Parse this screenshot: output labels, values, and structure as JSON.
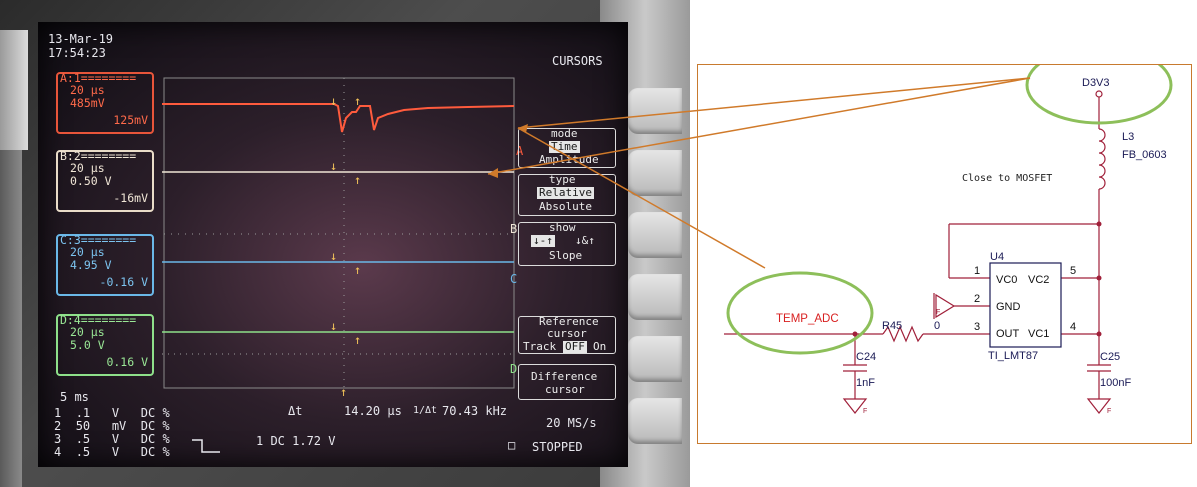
{
  "scope": {
    "date": "13-Mar-19",
    "time": "17:54:23",
    "menu_title": "CURSORS",
    "channels": [
      {
        "id": "A:1",
        "header": "A:1========",
        "timebase": "20 μs",
        "scale": "485mV",
        "readout": "125mV",
        "color": "#e8553a"
      },
      {
        "id": "B:2",
        "header": "B:2========",
        "timebase": "20 μs",
        "scale": "0.50 V",
        "readout": "-16mV",
        "color": "#e9dcc8"
      },
      {
        "id": "C:3",
        "header": "C:3========",
        "timebase": "20 μs",
        "scale": "4.95 V",
        "readout": "-0.16 V",
        "color": "#6ab8e8"
      },
      {
        "id": "D:4",
        "header": "D:4========",
        "timebase": "20 μs",
        "scale": "5.0 V",
        "readout": "0.16 V",
        "color": "#8ee08a"
      }
    ],
    "markers": {
      "a": "A",
      "b": "B",
      "c": "C",
      "d": "D"
    },
    "menu": {
      "mode_title": "mode",
      "mode_opt1": "Time",
      "mode_opt2": "Amplitude",
      "type_title": "type",
      "type_opt1": "Relative",
      "type_opt2": "Absolute",
      "show_title": "show",
      "show_opt1": "↓-↑",
      "show_opt2": "↓&↑",
      "show_opt3": "Slope",
      "ref_title": "Reference",
      "ref_line2": "cursor",
      "ref_track": "Track",
      "ref_off": "OFF",
      "ref_on": "On",
      "diff_line1": "Difference",
      "diff_line2": "cursor"
    },
    "bottom": {
      "timebase": "5 ms",
      "delta_label": "Δt",
      "delta_value": "14.20 μs",
      "inv_label": "1/Δt",
      "inv_value": "70.43 kHz",
      "sample_rate": "20 MS/s",
      "trigger": "1 DC 1.72 V",
      "status": "STOPPED",
      "status_icon": "□",
      "channel_lines": [
        {
          "n": "1",
          "val": ".1",
          "unit": "V",
          "coupling": "DC",
          "bw": "%"
        },
        {
          "n": "2",
          "val": "50",
          "unit": "mV",
          "coupling": "DC",
          "bw": "%"
        },
        {
          "n": "3",
          "val": ".5",
          "unit": "V",
          "coupling": "DC",
          "bw": "%"
        },
        {
          "n": "4",
          "val": ".5",
          "unit": "V",
          "coupling": "DC",
          "bw": "%"
        }
      ]
    }
  },
  "schematic": {
    "rail": "D3V3",
    "inductor_ref": "L3",
    "inductor_value": "FB_0603",
    "note": "Close to MOSFET",
    "ic_ref": "U4",
    "ic_part": "TI_LMT87",
    "pin1": "1",
    "pin2": "2",
    "pin3": "3",
    "pin4": "4",
    "pin5": "5",
    "pin_vc0": "VC0",
    "pin_vc2": "VC2",
    "pin_gnd": "GND",
    "pin_out": "OUT",
    "pin_vc1": "VC1",
    "net_adc": "TEMP_ADC",
    "resistor_ref": "R45",
    "resistor_value": "0",
    "cap1_ref": "C24",
    "cap1_value": "1nF",
    "cap2_ref": "C25",
    "cap2_value": "100nF",
    "gnd_mark": "F",
    "colors": {
      "border": "#c87a2e",
      "wire": "#a0203a",
      "ellipse": "#8dbf5a",
      "callout": "#d07a2a"
    }
  }
}
